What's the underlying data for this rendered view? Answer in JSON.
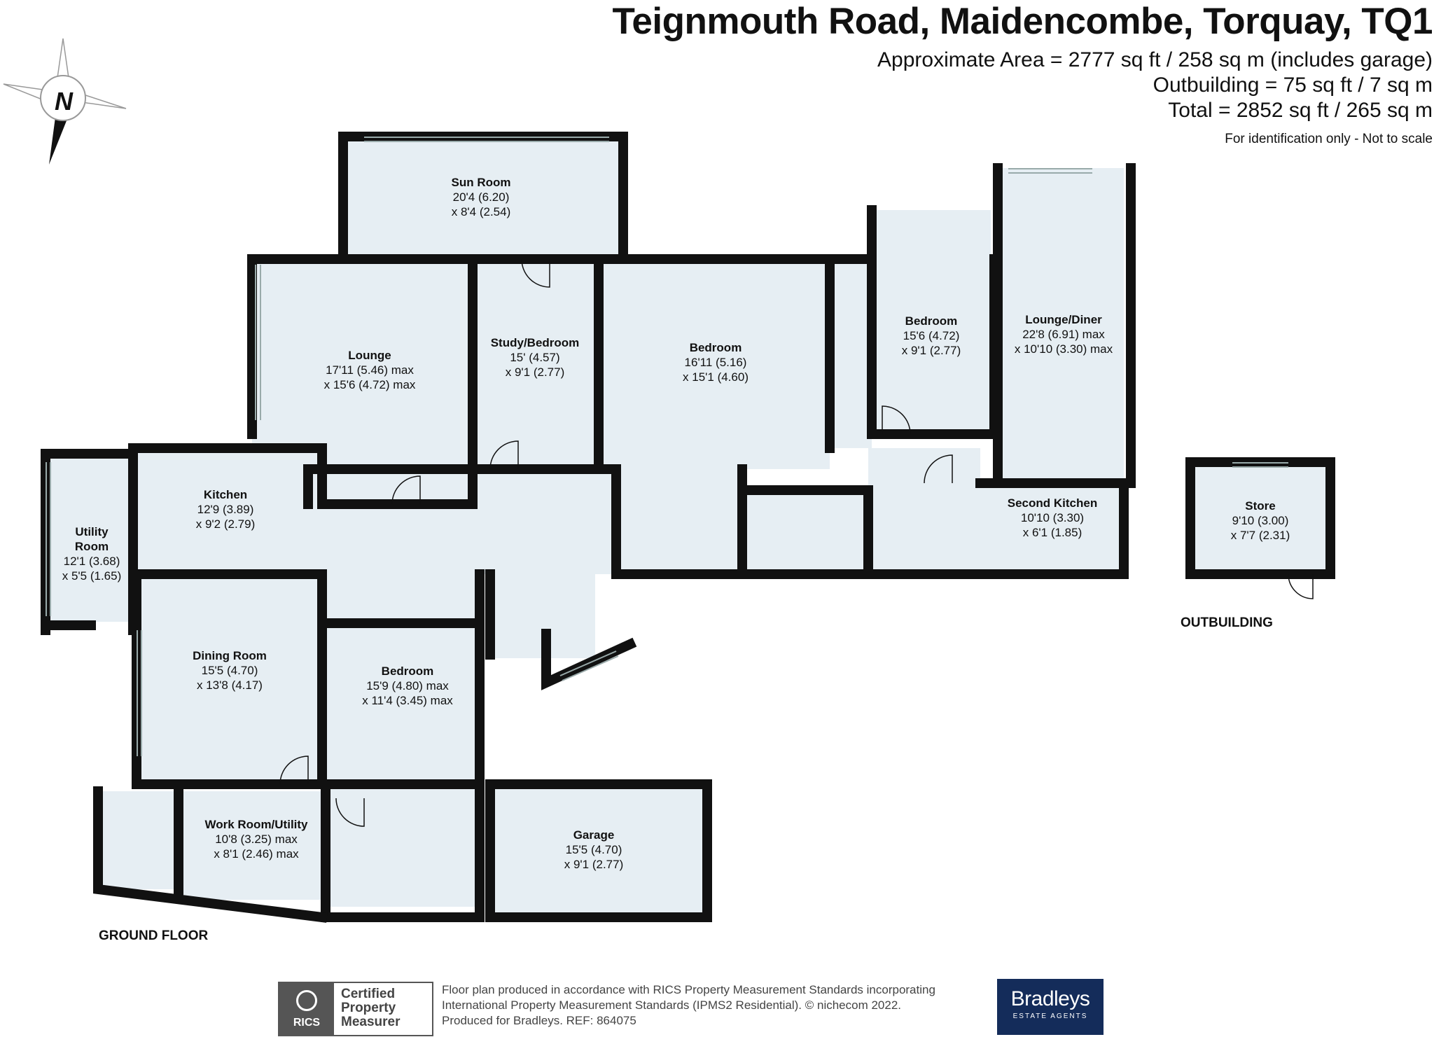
{
  "header": {
    "title": "Teignmouth Road, Maidencombe, Torquay, TQ1",
    "area_lines": [
      "Approximate Area = 2777 sq ft / 258 sq m (includes garage)",
      "Outbuilding = 75 sq ft / 7 sq m",
      "Total = 2852 sq ft / 265 sq m"
    ],
    "id_note": "For identification only - Not to scale"
  },
  "compass": {
    "letter": "N",
    "icon": "compass-rose-icon"
  },
  "rooms": [
    {
      "name": "Sun Room",
      "dims": [
        "20'4 (6.20)",
        "x 8'4 (2.54)"
      ]
    },
    {
      "name": "Lounge",
      "dims": [
        "17'11 (5.46) max",
        "x 15'6 (4.72) max"
      ]
    },
    {
      "name": "Study/Bedroom",
      "dims": [
        "15' (4.57)",
        "x 9'1 (2.77)"
      ]
    },
    {
      "name": "Bedroom",
      "dims": [
        "16'11 (5.16)",
        "x 15'1 (4.60)"
      ]
    },
    {
      "name": "Bedroom",
      "dims": [
        "15'6 (4.72)",
        "x 9'1 (2.77)"
      ]
    },
    {
      "name": "Lounge/Diner",
      "dims": [
        "22'8 (6.91) max",
        "x 10'10 (3.30) max"
      ]
    },
    {
      "name": "Kitchen",
      "dims": [
        "12'9 (3.89)",
        "x 9'2 (2.79)"
      ]
    },
    {
      "name": "Utility Room",
      "dims": [
        "12'1 (3.68)",
        "x 5'5 (1.65)"
      ]
    },
    {
      "name": "Second Kitchen",
      "dims": [
        "10'10 (3.30)",
        "x 6'1 (1.85)"
      ]
    },
    {
      "name": "Dining Room",
      "dims": [
        "15'5 (4.70)",
        "x 13'8 (4.17)"
      ]
    },
    {
      "name": "Bedroom",
      "dims": [
        "15'9 (4.80) max",
        "x 11'4 (3.45) max"
      ]
    },
    {
      "name": "Work Room/Utility",
      "dims": [
        "10'8 (3.25) max",
        "x 8'1 (2.46) max"
      ]
    },
    {
      "name": "Garage",
      "dims": [
        "15'5 (4.70)",
        "x 9'1 (2.77)"
      ]
    },
    {
      "name": "Store",
      "dims": [
        "9'10 (3.00)",
        "x 7'7 (2.31)"
      ]
    }
  ],
  "floor_labels": {
    "ground": "GROUND FLOOR",
    "outbuilding": "OUTBUILDING"
  },
  "footer": {
    "rics_badge": {
      "abbr": "RICS",
      "lines": [
        "Certified",
        "Property",
        "Measurer"
      ]
    },
    "lines": [
      "Floor plan produced in accordance with RICS Property Measurement Standards incorporating",
      "International Property Measurement Standards (IPMS2 Residential).  © nichecom 2022.",
      "Produced for Bradleys.   REF:  864075"
    ],
    "brand": {
      "name": "Bradleys",
      "tagline": "ESTATE AGENTS"
    }
  },
  "colors": {
    "room_fill": "#e6eef3",
    "wall": "#111111",
    "brand_bg": "#142c5a"
  }
}
